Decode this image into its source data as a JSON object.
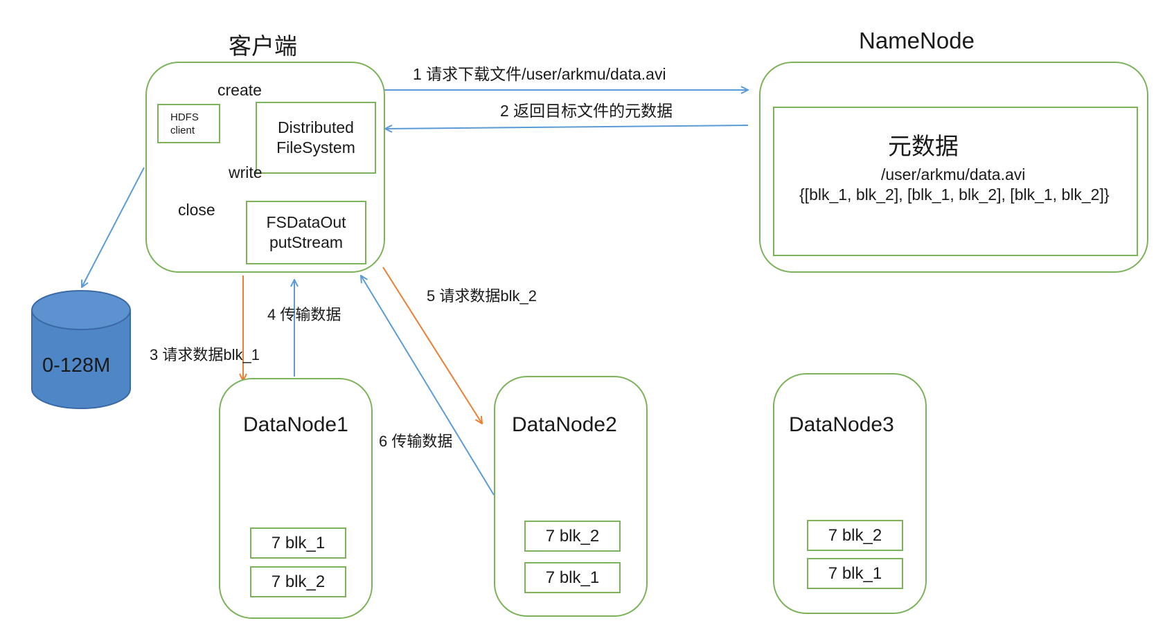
{
  "client": {
    "title": "客户端",
    "hdfs_client": "HDFS\nclient",
    "dfs": "Distributed\nFileSystem",
    "fsdos": "FSDataOut\nputStream",
    "create": "create",
    "write": "write",
    "close": "close"
  },
  "namenode": {
    "title": "NameNode",
    "meta_title": "元数据",
    "meta_path": "/user/arkmu/data.avi",
    "meta_blocks": "{[blk_1, blk_2], [blk_1, blk_2], [blk_1, blk_2]}"
  },
  "steps": {
    "s1": "1 请求下载文件/user/arkmu/data.avi",
    "s2": "2 返回目标文件的元数据",
    "s3": "3 请求数据blk_1",
    "s4": "4 传输数据",
    "s5": "5 请求数据blk_2",
    "s6": "6 传输数据"
  },
  "storage": {
    "label": "0-128M"
  },
  "datanodes": [
    {
      "name": "DataNode1",
      "blocks": [
        "7 blk_1",
        "7 blk_2"
      ]
    },
    {
      "name": "DataNode2",
      "blocks": [
        "7 blk_2",
        "7 blk_1"
      ]
    },
    {
      "name": "DataNode3",
      "blocks": [
        "7 blk_2",
        "7 blk_1"
      ]
    }
  ],
  "colors": {
    "green": "#7cb35a",
    "blue": "#5b9bd5",
    "orange": "#ed7d31",
    "cylinder": "#4f86c6"
  }
}
